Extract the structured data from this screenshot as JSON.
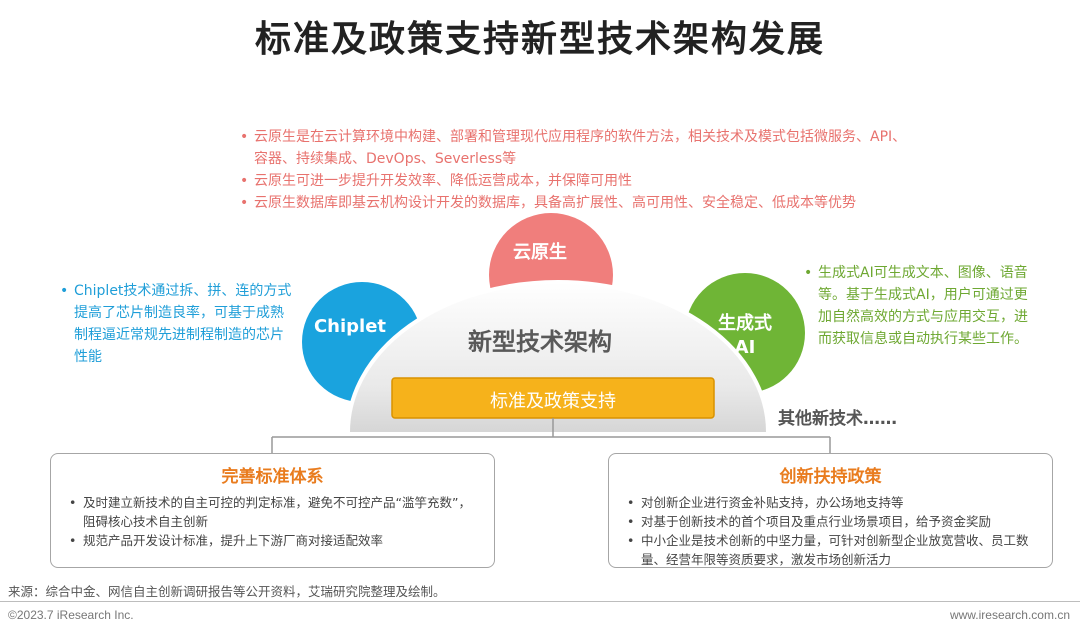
{
  "title": "标准及政策支持新型技术架构发展",
  "cloud_native": {
    "label": "云原生",
    "color": "#f07e7c",
    "notes": [
      "云原生是在云计算环境中构建、部署和管理现代应用程序的软件方法，相关技术及模式包括微服务、API、容器、持续集成、DevOps、Severless等",
      "云原生可进一步提升开发效率、降低运营成本，并保障可用性",
      "云原生数据库即基云机构设计开发的数据库，具备高扩展性、高可用性、安全稳定、低成本等优势"
    ]
  },
  "chiplet": {
    "label": "Chiplet",
    "color": "#1aa3de",
    "notes": [
      "Chiplet技术通过拆、拼、连的方式提高了芯片制造良率，可基于成熟制程逼近常规先进制程制造的芯片性能"
    ]
  },
  "genai": {
    "label_line1": "生成式",
    "label_line2": "AI",
    "color": "#6fb536",
    "notes": [
      "生成式AI可生成文本、图像、语音等。基于生成式AI，用户可通过更加自然高效的方式与应用交互，进而获取信息或自动执行某些工作。"
    ]
  },
  "dome_label": "新型技术架构",
  "standards_bar_label": "标准及政策支持",
  "standards_bar_color": "#f6b21b",
  "other_tech": "其他新技术……",
  "left_box": {
    "title": "完善标准体系",
    "items": [
      "及时建立新技术的自主可控的判定标准，避免不可控产品“滥竽充数”，阻碍核心技术自主创新",
      "规范产品开发设计标准，提升上下游厂商对接适配效率"
    ]
  },
  "right_box": {
    "title": "创新扶持政策",
    "items": [
      "对创新企业进行资金补贴支持，办公场地支持等",
      "对基于创新技术的首个项目及重点行业场景项目，给予资金奖励",
      "中小企业是技术创新的中坚力量，可针对创新型企业放宽营收、员工数量、经营年限等资质要求，激发市场创新活力"
    ]
  },
  "footnote": "来源：综合中金、网信自主创新调研报告等公开资料，艾瑞研究院整理及绘制。",
  "copyright": "©2023.7 iResearch Inc.",
  "website": "www.iresearch.com.cn"
}
